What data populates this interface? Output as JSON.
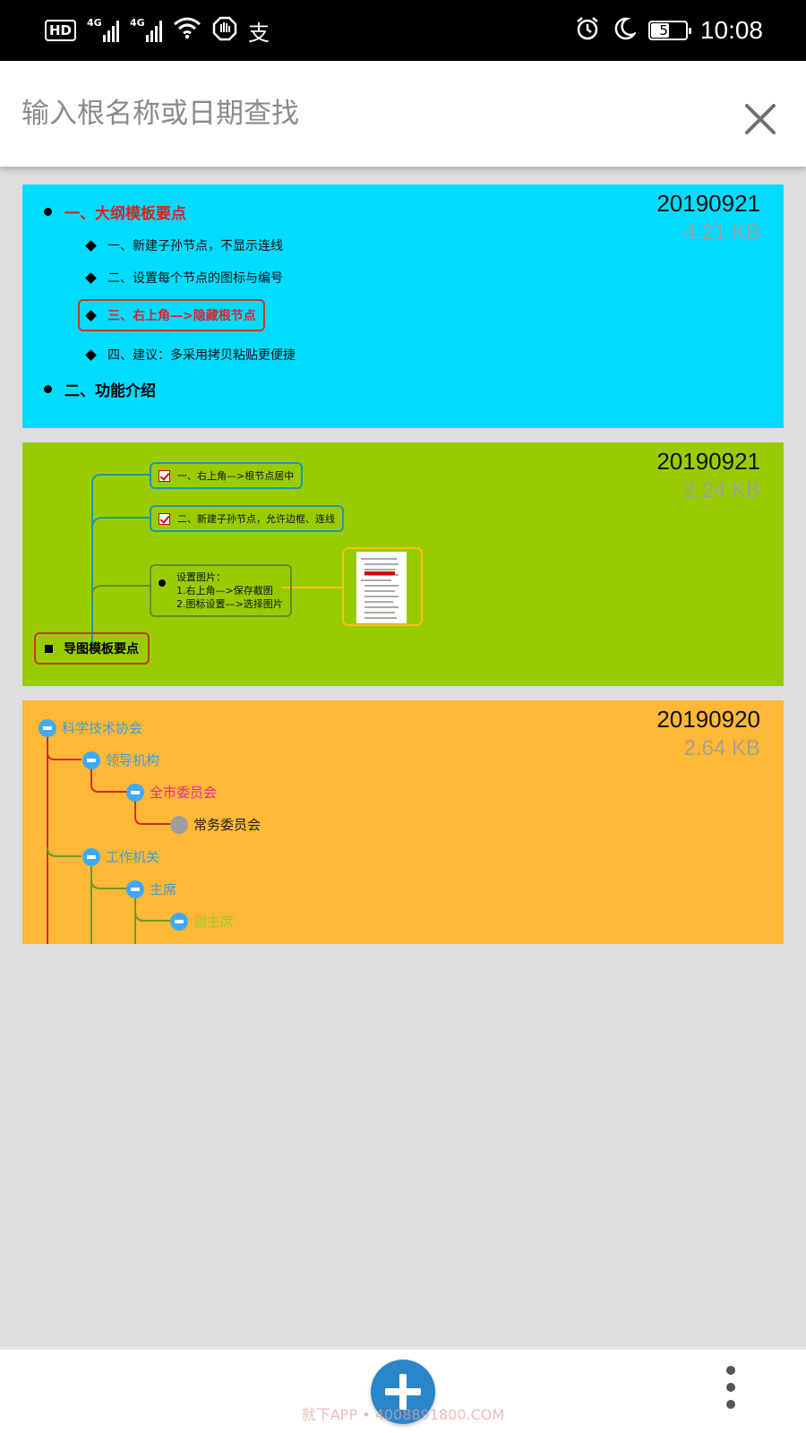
{
  "status_bar": {
    "hd": "HD",
    "signal1": "4G",
    "signal2": "4G",
    "alipay": "支",
    "battery": "50",
    "time": "10:08"
  },
  "search": {
    "placeholder": "输入根名称或日期查找"
  },
  "cards": [
    {
      "date": "20190921",
      "size": "4.21 KB",
      "color": "#00dcff",
      "outline": {
        "h1": "一、大纲模板要点",
        "items": [
          "一、新建子孙节点，不显示连线",
          "二、设置每个节点的图标与编号",
          "三、右上角—>隐藏根节点",
          "四、建议：多采用拷贝粘贴更便捷"
        ],
        "h2": "二、功能介绍"
      }
    },
    {
      "date": "20190921",
      "size": "2.24 KB",
      "color": "#99cc00",
      "mindmap": {
        "root": "导图模板要点",
        "node1": "一、右上角—>根节点居中",
        "node2": "二、新建子孙节点，允许边框、连线",
        "node3_title": "设置图片：",
        "node3_line1": "1.右上角—>保存截图",
        "node3_line2": "2.图标设置—>选择图片"
      }
    },
    {
      "date": "20190920",
      "size": "2.64 KB",
      "color": "#ffb837",
      "tree": {
        "n1": "科学技术协会",
        "n2": "领导机构",
        "n3": "全市委员会",
        "n4": "常务委员会",
        "n5": "工作机关",
        "n6": "主席",
        "n7": "副主席"
      }
    }
  ],
  "watermark": "就下APP • 4008891800.COM"
}
